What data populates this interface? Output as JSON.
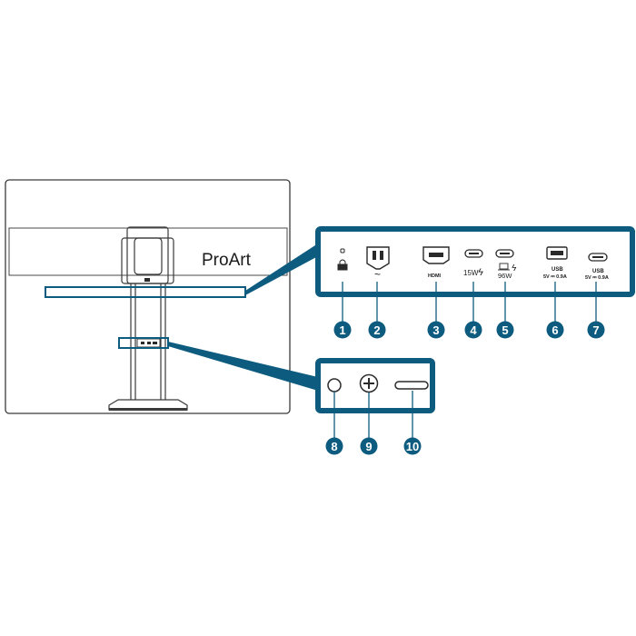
{
  "brand": "ProArt",
  "accent_color": "#0d5c80",
  "rear_ports": [
    {
      "number": "1",
      "icon": "kensington-lock-icon",
      "label": ""
    },
    {
      "number": "2",
      "icon": "ac-power-inlet-icon",
      "label": "~"
    },
    {
      "number": "3",
      "icon": "hdmi-port-icon",
      "label": "HDMI"
    },
    {
      "number": "4",
      "icon": "usb-c-port-icon",
      "label": "15W"
    },
    {
      "number": "5",
      "icon": "usb-c-port-icon",
      "label": "96W"
    },
    {
      "number": "6",
      "icon": "usb-a-port-icon",
      "label": "USB",
      "sublabel": "5V ⎓ 0.9A"
    },
    {
      "number": "7",
      "icon": "usb-c-port-icon",
      "label": "USB",
      "sublabel": "5V ⎓ 0.9A"
    }
  ],
  "stand_controls": [
    {
      "number": "8",
      "icon": "round-button-icon"
    },
    {
      "number": "9",
      "icon": "five-way-joystick-icon"
    },
    {
      "number": "10",
      "icon": "power-button-icon"
    }
  ]
}
